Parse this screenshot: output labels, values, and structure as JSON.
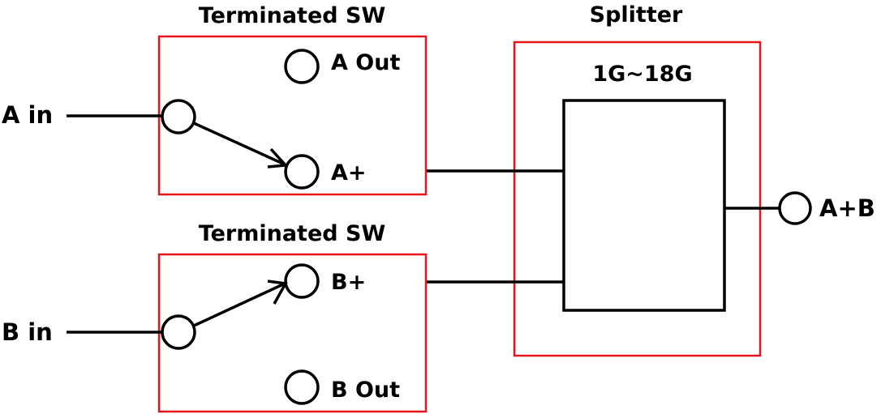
{
  "diagram": {
    "colors": {
      "block_border": "#e8141b",
      "line": "#000000",
      "background": "#ffffff"
    },
    "inputs": {
      "a": "A in",
      "b": "B in"
    },
    "switch_a": {
      "title": "Terminated SW",
      "ports": {
        "out": "A Out",
        "plus": "A+"
      },
      "selected": "A+"
    },
    "switch_b": {
      "title": "Terminated SW",
      "ports": {
        "plus": "B+",
        "out": "B Out"
      },
      "selected": "B+"
    },
    "splitter": {
      "title": "Splitter",
      "band": "1G~18G"
    },
    "output": "A+B"
  }
}
